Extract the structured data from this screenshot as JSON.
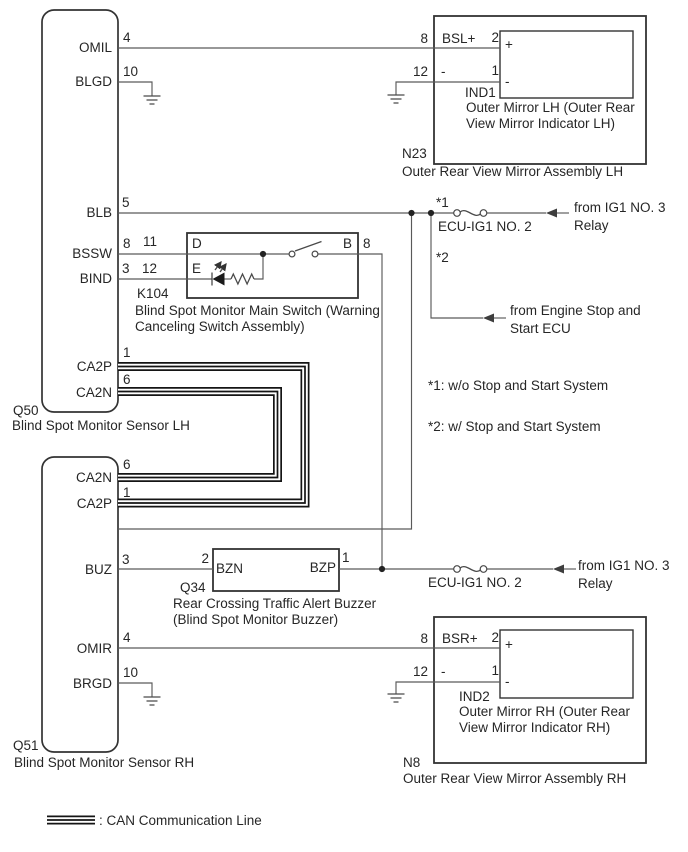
{
  "diagram": {
    "q50": {
      "id": "Q50",
      "label": "Blind Spot Monitor Sensor LH",
      "pins": {
        "omil": {
          "name": "OMIL",
          "num": "4"
        },
        "blgd": {
          "name": "BLGD",
          "num": "10"
        },
        "blb": {
          "name": "BLB",
          "num": "5"
        },
        "bssw": {
          "name": "BSSW",
          "num": "8"
        },
        "bind": {
          "name": "BIND",
          "num": "3"
        },
        "ca2p": {
          "name": "CA2P",
          "num": "1"
        },
        "ca2n": {
          "name": "CA2N",
          "num": "6"
        }
      }
    },
    "q51": {
      "id": "Q51",
      "label": "Blind Spot Monitor Sensor RH",
      "pins": {
        "ca2n": {
          "name": "CA2N",
          "num": "6"
        },
        "ca2p": {
          "name": "CA2P",
          "num": "1"
        },
        "buz": {
          "name": "BUZ",
          "num": "3"
        },
        "omir": {
          "name": "OMIR",
          "num": "4"
        },
        "brgd": {
          "name": "BRGD",
          "num": "10"
        }
      }
    },
    "k104": {
      "id": "K104",
      "label1": "Blind Spot Monitor Main Switch (Warning",
      "label2": "Canceling Switch Assembly)",
      "pins": {
        "d": {
          "name": "D",
          "num": "11"
        },
        "e": {
          "name": "E",
          "num": "12"
        },
        "b": {
          "name": "B",
          "num": "8"
        }
      }
    },
    "q34": {
      "id": "Q34",
      "label1": "Rear Crossing Traffic Alert Buzzer",
      "label2": "(Blind Spot Monitor Buzzer)",
      "pins": {
        "bzn": {
          "name": "BZN",
          "num": "2"
        },
        "bzp": {
          "name": "BZP",
          "num": "1"
        }
      }
    },
    "n23": {
      "id": "N23",
      "label": "Outer Rear View Mirror Assembly LH",
      "indicator": {
        "id": "IND1",
        "label1": "Outer Mirror LH (Outer Rear",
        "label2": "View Mirror Indicator LH)",
        "plus": "+",
        "minus": "-"
      },
      "pins": {
        "bsl": {
          "name": "BSL+",
          "outer_num": "8",
          "inner_num": "2"
        },
        "gnd": {
          "name": "-",
          "outer_num": "12",
          "inner_num": "1"
        }
      }
    },
    "n8": {
      "id": "N8",
      "label": "Outer Rear View Mirror Assembly RH",
      "indicator": {
        "id": "IND2",
        "label1": "Outer Mirror RH (Outer Rear",
        "label2": "View Mirror Indicator RH)",
        "plus": "+",
        "minus": "-"
      },
      "pins": {
        "bsr": {
          "name": "BSR+",
          "outer_num": "8",
          "inner_num": "2"
        },
        "gnd": {
          "name": "-",
          "outer_num": "12",
          "inner_num": "1"
        }
      }
    },
    "power": {
      "fuse_top": {
        "marker": "*1",
        "label": "ECU-IG1 NO. 2",
        "src1": "from IG1 NO. 3",
        "src2": "Relay"
      },
      "fuse_bottom": {
        "label": "ECU-IG1 NO. 2",
        "src1": "from IG1 NO. 3",
        "src2": "Relay"
      },
      "stop_start": {
        "marker": "*2",
        "src1": "from Engine Stop and",
        "src2": "Start ECU"
      }
    },
    "notes": {
      "n1": "*1: w/o Stop and Start System",
      "n2": "*2: w/ Stop and Start System"
    },
    "legend": {
      "can": ": CAN Communication Line"
    },
    "colors": {
      "background": "#ffffff",
      "wire": "#5a5a5a",
      "box": "#333333",
      "can_line": "#141414",
      "text": "#262626"
    }
  }
}
